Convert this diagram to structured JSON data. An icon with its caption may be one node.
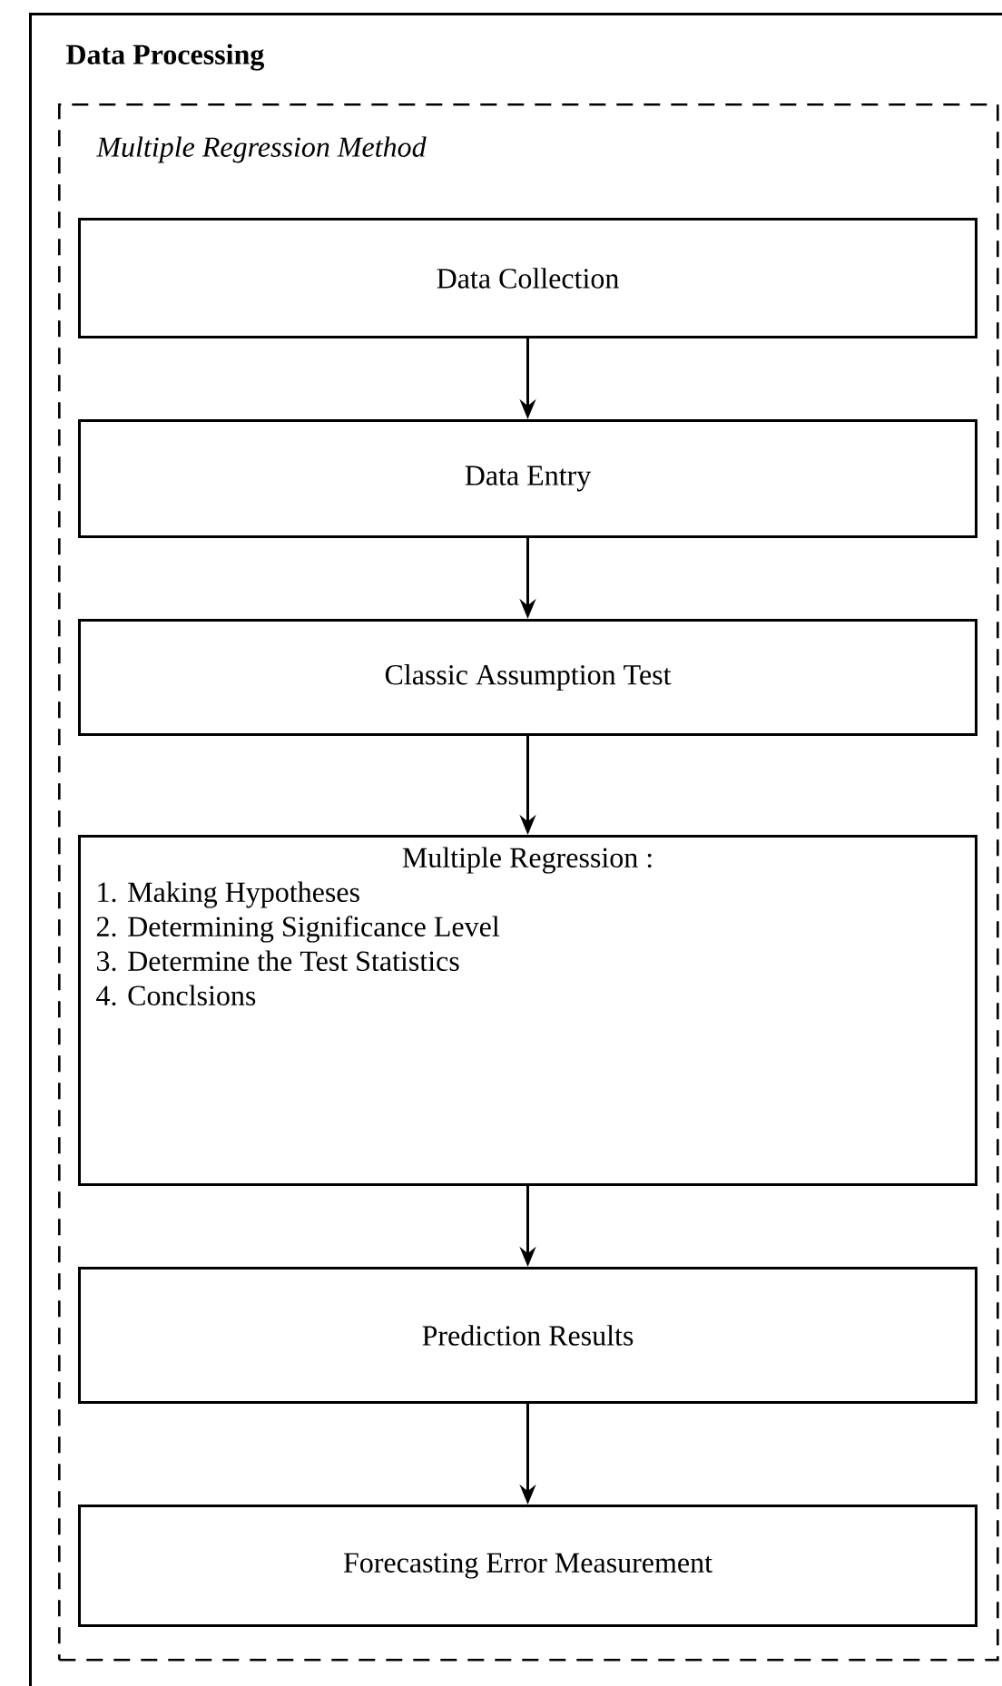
{
  "diagram": {
    "nodes": [
      {
        "text": [
          "Data Processing"
        ]
      },
      {
        "text": [
          "Multiple Regression Method"
        ],
        "in": 0
      },
      {
        "text": [
          "Data Collection"
        ],
        "in": 1
      },
      {
        "text": [
          "Data Entry"
        ],
        "in": 1
      },
      {
        "text": [
          "Classic Assumption Test"
        ],
        "in": 1
      },
      {
        "text": [
          "Multiple Regression :",
          "1. Making Hypotheses",
          "2. Determining Significance Level",
          "3. Determine the Test Statistics",
          "4. Conclsions"
        ],
        "in": 1
      },
      {
        "text": [
          "Prediction Results"
        ],
        "in": 1
      },
      {
        "text": [
          "Forecasting Error Measurement"
        ],
        "in": 1
      }
    ],
    "edges": [
      {
        "from": 2,
        "to": 3,
        "arrow": "to"
      },
      {
        "from": 3,
        "to": 4,
        "arrow": "to"
      },
      {
        "from": 4,
        "to": 5,
        "arrow": "to"
      },
      {
        "from": 5,
        "to": 6,
        "arrow": "to"
      },
      {
        "from": 6,
        "to": 7,
        "arrow": "to"
      }
    ]
  }
}
